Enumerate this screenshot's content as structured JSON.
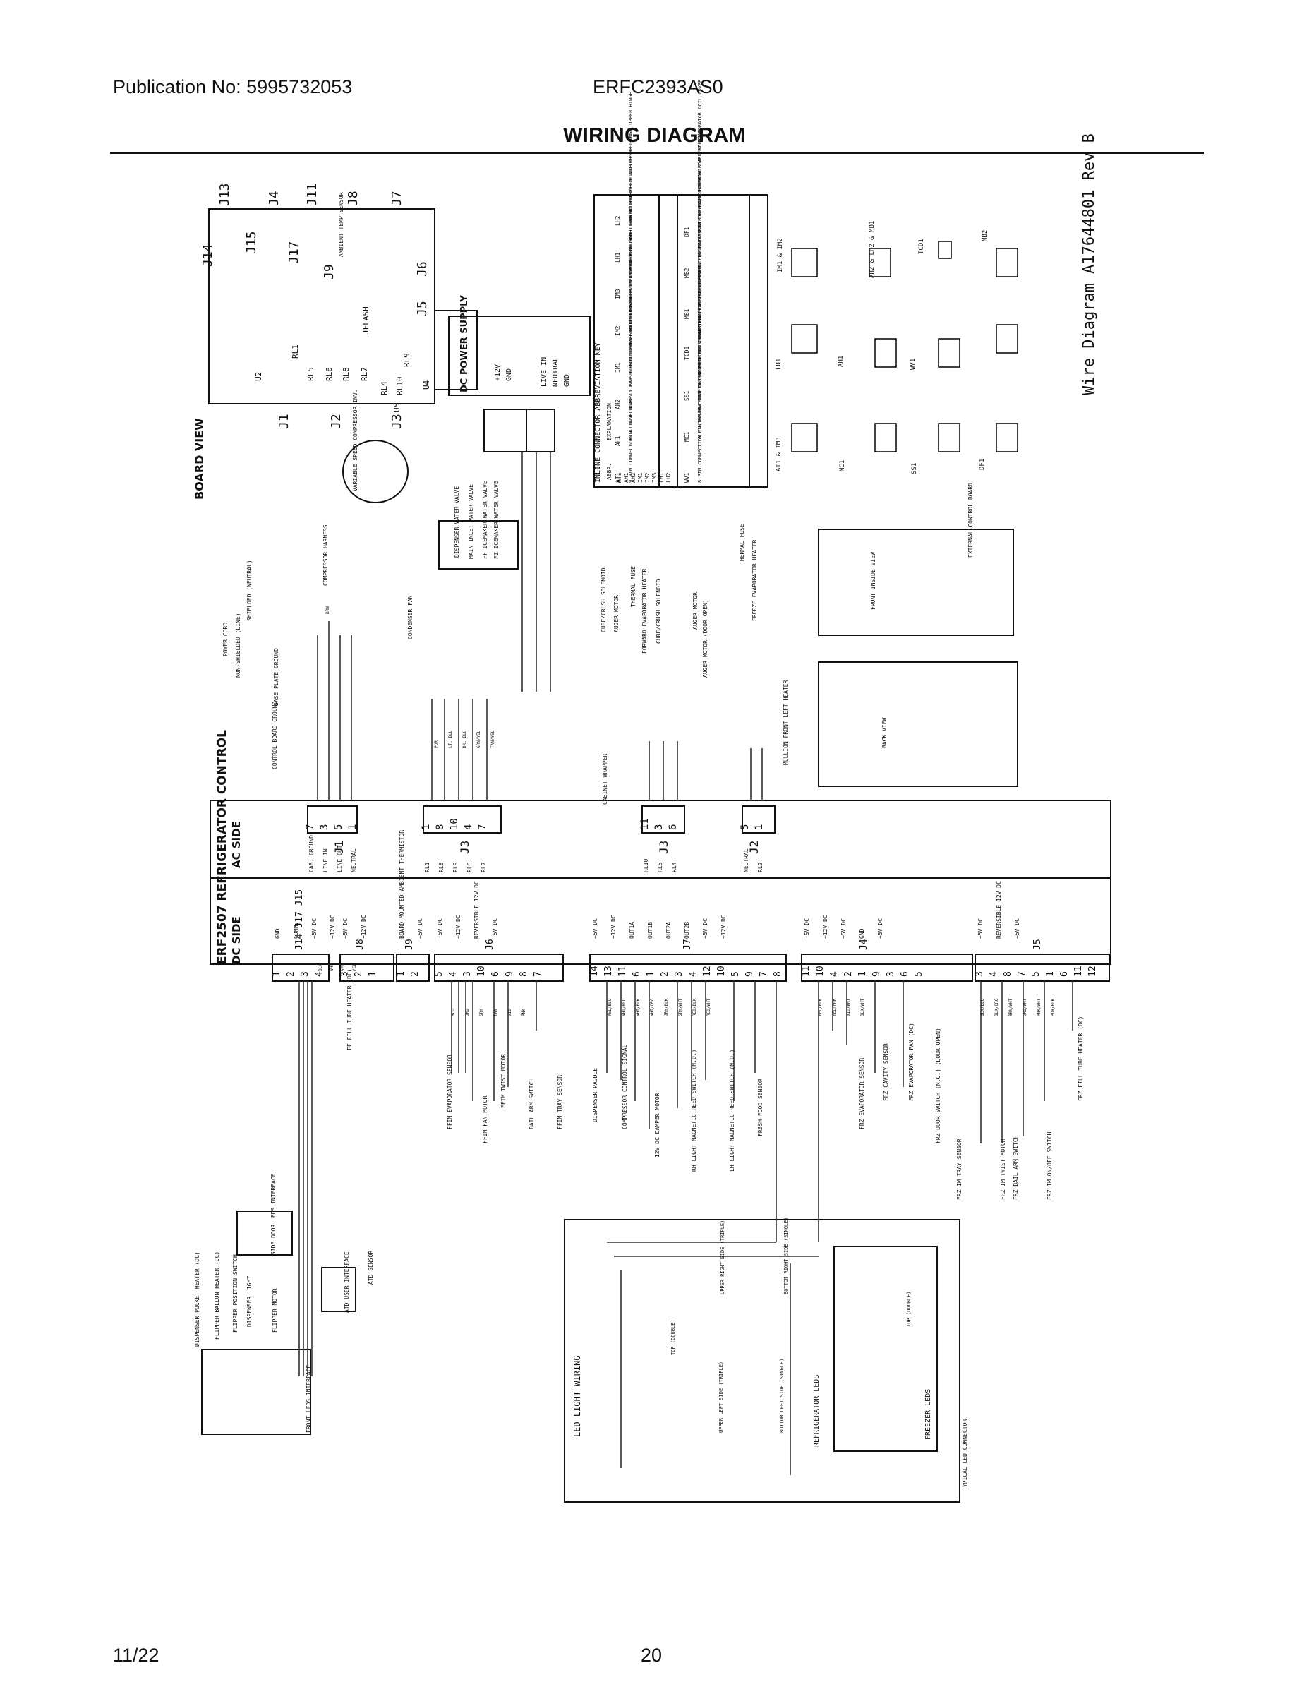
{
  "header": {
    "publication": "Publication No: 5995732053",
    "model": "ERFC2393AS0",
    "title": "WIRING DIAGRAM"
  },
  "footer": {
    "date": "11/22",
    "page": "20"
  },
  "diagram": {
    "revision": "Wire Diagram A17644801 Rev B",
    "board_view": "BOARD VIEW",
    "board_jacks": [
      "J13",
      "J4",
      "J11",
      "J8",
      "J7",
      "J14",
      "J15",
      "J17",
      "J9",
      "J6",
      "J5",
      "J1",
      "J2",
      "J3"
    ],
    "board_labels": [
      "JFLASH",
      "AMBIENT TEMP SENSOR",
      "RL1",
      "RL5",
      "RL6",
      "RL8",
      "RL7",
      "RL4",
      "RL9",
      "RL10",
      "U2",
      "U4",
      "U5"
    ],
    "power_supply": {
      "title": "DC POWER SUPPLY",
      "pins": [
        "+12V",
        "GND"
      ],
      "live_pins": [
        "LIVE IN",
        "NEUTRAL",
        "GND"
      ]
    },
    "abbreviation_key": {
      "title": "INLINE CONNECTOR ABBREVIATION KEY",
      "col_abbr": "ABBR.",
      "col_expl": "EXPLANATION",
      "left": [
        {
          "abbr": "AT1",
          "text": "9 PIN CONNECTION AT AIR TOWER"
        },
        {
          "abbr": "AH1",
          "text": "5 PIN CONNECTION IN FRESH FOOD ICEMAKER COMPARTMENT"
        },
        {
          "abbr": "AH2",
          "text": "4 PIN CONNECTION IN FRESH FOOD ICEMAKER COMPARTMENT"
        },
        {
          "abbr": "IM1",
          "text": "6 PIN CONNECTION INSIDE FREEZER ICEMAKER HOUSING"
        },
        {
          "abbr": "IM2",
          "text": "6 PIN CONNECTION IN TOP OF FREEZER ICEMAKER"
        },
        {
          "abbr": "IM3",
          "text": "4 PIN CONNECTION AT THE LEFT DOOR UPPER HINGE"
        },
        {
          "abbr": "LH1",
          "text": "8 PIN CONNECTION AT THE LEFT DOOR UPPER HINGE"
        },
        {
          "abbr": "LH2",
          "text": "4 PIN CONNECTION AT THE LEFT DOOR UPPER HINGE"
        }
      ],
      "right": [
        {
          "abbr": "WV1",
          "text": "8 PIN CONNECTION IN THE MACHINE COMPARTMENT TO THE RIGHT OF THE CONDENSER"
        },
        {
          "abbr": "MC1",
          "text": "10 PIN CONNECTION IN THE MACHINE COMPARTMENT TO THE LEFT OF THE COMPRESSOR"
        },
        {
          "abbr": "SS1",
          "text": "10 PIN CONNECTION IN THE SIDE SUPPORT"
        },
        {
          "abbr": "TCD1",
          "text": "8 PIN CONNECTION IN SIDE SUPPORT"
        },
        {
          "abbr": "MB1",
          "text": "4 PIN CONNECTION IN THE MAIN CONTROL BOARD HOUSING"
        },
        {
          "abbr": "MB2",
          "text": "3 PIN CONNECTION IN THE MAIN CONTROL BOARD HOUSING"
        },
        {
          "abbr": "DF1",
          "text": "3 PIN CONNECTION BEHIND THE FRZ EVAPORATOR COIL COVER"
        }
      ]
    },
    "connector_views": [
      "IM1 & IM2",
      "AH2 & LH2 & MB1",
      "TCD1",
      "MB2",
      "LH1",
      "AH1",
      "WV1",
      "AT1 & IM3",
      "MC1",
      "SS1",
      "DF1"
    ],
    "control_board": {
      "title": "ERF2507 REFRIGERATOR CONTROL",
      "ac_side": "AC SIDE",
      "dc_side": "DC SIDE"
    },
    "ac_groups": [
      {
        "jack": "J1",
        "pins": [
          "7",
          "3",
          "5",
          "1"
        ],
        "labels": [
          "CAB. GROUND",
          "LINE IN",
          "LINE OUT",
          "NEUTRAL"
        ]
      },
      {
        "jack": "J3",
        "pins": [
          "1",
          "8",
          "10",
          "4",
          "7"
        ],
        "labels": [
          "RL1",
          "RL8",
          "RL9",
          "RL6",
          "RL7"
        ]
      },
      {
        "jack": "J3",
        "pins": [
          "11",
          "3",
          "6"
        ],
        "labels": [
          "RL10",
          "RL5",
          "RL4"
        ]
      },
      {
        "jack": "J2",
        "pins": [
          "5",
          "1"
        ],
        "labels": [
          "NEUTRAL",
          "RL2"
        ]
      }
    ],
    "dc_groups": [
      {
        "jack": "J14 J17 J15",
        "pins": [
          "1",
          "2",
          "3",
          "4"
        ],
        "labels": [
          "GND",
          "COMM.",
          "+5V DC",
          "+12V DC"
        ]
      },
      {
        "jack": "J8",
        "pins": [
          "3",
          "2",
          "1"
        ],
        "labels": [
          "+5V DC",
          "+12V DC"
        ]
      },
      {
        "jack": "J9",
        "pins": [
          "1",
          "2"
        ],
        "labels": [
          "BOARD-MOUNTED AMBIENT THERMISTOR",
          "+5V DC"
        ]
      },
      {
        "jack": "J6",
        "pins": [
          "5",
          "4",
          "3",
          "10",
          "6",
          "9",
          "8",
          "7"
        ],
        "labels": [
          "+5V DC",
          "+12V DC",
          "REVERSIBLE 12V DC",
          "+5V DC"
        ]
      },
      {
        "jack": "J7",
        "pins": [
          "14",
          "13",
          "11",
          "6",
          "1",
          "2",
          "3",
          "4",
          "12",
          "10",
          "5",
          "9",
          "7",
          "8"
        ],
        "labels": [
          "+5V DC",
          "+12V DC",
          "OUT1A",
          "OUT1B",
          "OUT2A",
          "OUT2B",
          "+5V DC",
          "+12V DC"
        ]
      },
      {
        "jack": "J4",
        "pins": [
          "11",
          "10",
          "4",
          "2",
          "1",
          "9",
          "3",
          "6",
          "5"
        ],
        "labels": [
          "+5V DC",
          "+12V DC",
          "+5V DC",
          "GND",
          "+5V DC"
        ]
      },
      {
        "jack": "J5",
        "pins": [
          "3",
          "4",
          "8",
          "7",
          "5",
          "1",
          "6",
          "11",
          "12"
        ],
        "labels": [
          "+5V DC",
          "REVERSIBLE 12V DC",
          "+5V DC"
        ]
      }
    ],
    "components": [
      "POWER CORD",
      "NON-SHIELDED (LINE)",
      "SHIELDED (NEUTRAL)",
      "BASE PLATE GROUND",
      "VARIABLE SPEED COMPRESSOR INV.",
      "COMPRESSOR HARNESS",
      "CONTROL BOARD GROUND",
      "DISPENSER WATER VALVE",
      "MAIN INLET WATER VALVE",
      "FF ICEMAKER WATER VALVE",
      "FZ ICEMAKER WATER VALVE",
      "CONDENSER FAN",
      "CUBE/CRUSH SOLENOID",
      "AUGER MOTOR",
      "THERMAL FUSE",
      "FORWARD EVAPORATOR HEATER",
      "CUBE/CRUSH SOLENOID",
      "AUGER MOTOR",
      "AUGER MOTOR (DOOR OPEN)",
      "FREEZE EVAPORATOR HEATER",
      "THERMAL FUSE",
      "CABINET WRAPPER",
      "MULLION FRONT LEFT HEATER",
      "FF FILL TUBE HEATER (DC)",
      "FFIM EVAPORATOR SENSOR",
      "FFIM FAN MOTOR",
      "FFIM TWIST MOTOR",
      "BAIL ARM SWITCH",
      "FFIM TRAY SENSOR",
      "DISPENSER PADDLE",
      "COMPRESSOR CONTROL SIGNAL",
      "12V DC DAMPER MOTOR",
      "RH LIGHT MAGNETIC REED SWITCH (N.O.)",
      "LH LIGHT MAGNETIC REED SWITCH (N.O.)",
      "FRESH FOOD SENSOR",
      "FRZ EVAPORATOR SENSOR",
      "FRZ CAVITY SENSOR",
      "FRZ EVAPORATOR FAN (DC)",
      "FRZ DOOR SWITCH (N.C.) (DOOR OPEN)",
      "FRZ FILL TUBE HEATER (DC)",
      "FRZ IM TRAY SENSOR",
      "FRZ IM TWIST MOTOR",
      "FRZ BAIL ARM SWITCH",
      "FRZ IM ON/OFF SWITCH",
      "SIDE DOOR LEDS INTERFACE",
      "ATD USER INTERFACE",
      "ATD SENSOR",
      "DISPENSER POCKET HEATER (DC)",
      "FLIPPER BALLON HEATER (DC)",
      "FLIPPER POSITION SWITCH",
      "DISPENSER LIGHT",
      "FLIPPER MOTOR",
      "FRONT LEDS INTERFACE"
    ],
    "led_section": {
      "title": "LED LIGHT WIRING",
      "refrigerator": "REFRIGERATOR LEDS",
      "freezer": "FREEZER LEDS",
      "typical": "TYPICAL LED CONNECTOR",
      "lights": [
        "UPPER RIGHT SIDE (TRIPLE)",
        "BOTTOM RIGHT SIDE (SINGLE)",
        "UPPER LEFT SIDE (TRIPLE)",
        "BOTTOM LEFT SIDE (SINGLE)",
        "TOP (DOUBLE)",
        "TOP (DOUBLE)"
      ]
    },
    "cabinet_views": [
      "FRONT INSIDE VIEW",
      "BACK VIEW",
      "EXTERNAL CONTROL BOARD"
    ],
    "wire_colors": [
      "BLK",
      "WHT",
      "RED",
      "YEL",
      "BLU",
      "ORG",
      "GRY",
      "TAN",
      "VIO",
      "PNK",
      "BRN",
      "PUR",
      "LT. BLU",
      "DK. BLU",
      "GRN/YEL",
      "TAN/YEL",
      "YEL/BLU",
      "WHT/RED",
      "WHT/BLK",
      "WHT/ORG",
      "GRY/BLK",
      "GRY/WHT",
      "RED/BLK",
      "RED/WHT",
      "YEL/BLK",
      "YEL/PNK",
      "VIO/WHT",
      "BLK/WHT",
      "BLK/BLU",
      "BLK/ORG",
      "BRN/WHT",
      "ORG/WHT",
      "PNK/WHT",
      "PUR/BLK"
    ]
  }
}
